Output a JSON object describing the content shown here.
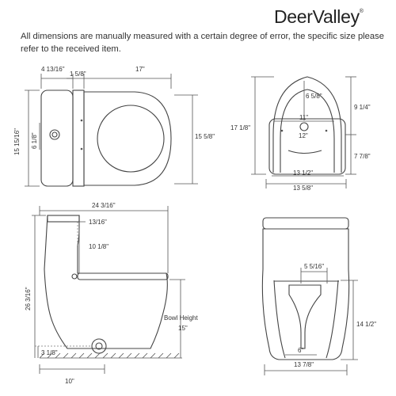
{
  "brand": {
    "name": "DeerValley",
    "mark": "®"
  },
  "note": "All dimensions are manually measured with a certain degree of error, the specific size please refer to the received item.",
  "dims": {
    "top": {
      "tank_width": "4 13/16\"",
      "gap": "1 5/8\"",
      "bowl_length": "17\"",
      "depth": "15 15/16\"",
      "drain": "6 1/8\"",
      "seat_width": "15 5/8\""
    },
    "front": {
      "height": "17 1/8\"",
      "inner_height": "6 5/8\"",
      "upper": "9 1/4\"",
      "lower": "7 7/8\"",
      "seat_inner": "11\"",
      "seat_hole": "12\"",
      "width": "13 1/2\"",
      "width_outer": "13 5/8\""
    },
    "side": {
      "length": "24 3/16\"",
      "tank_top": "13/16\"",
      "tank_height": "10 1/8\"",
      "total_height": "26 3/16\"",
      "bowl_label": "Bowl Height",
      "bowl_height": "15\"",
      "rough_in": "3 1/8\"",
      "base": "10\""
    },
    "back": {
      "outlet": "5 5/16\"",
      "height": "14 1/2\"",
      "bottom": "6\"",
      "width": "13 7/8\""
    }
  }
}
